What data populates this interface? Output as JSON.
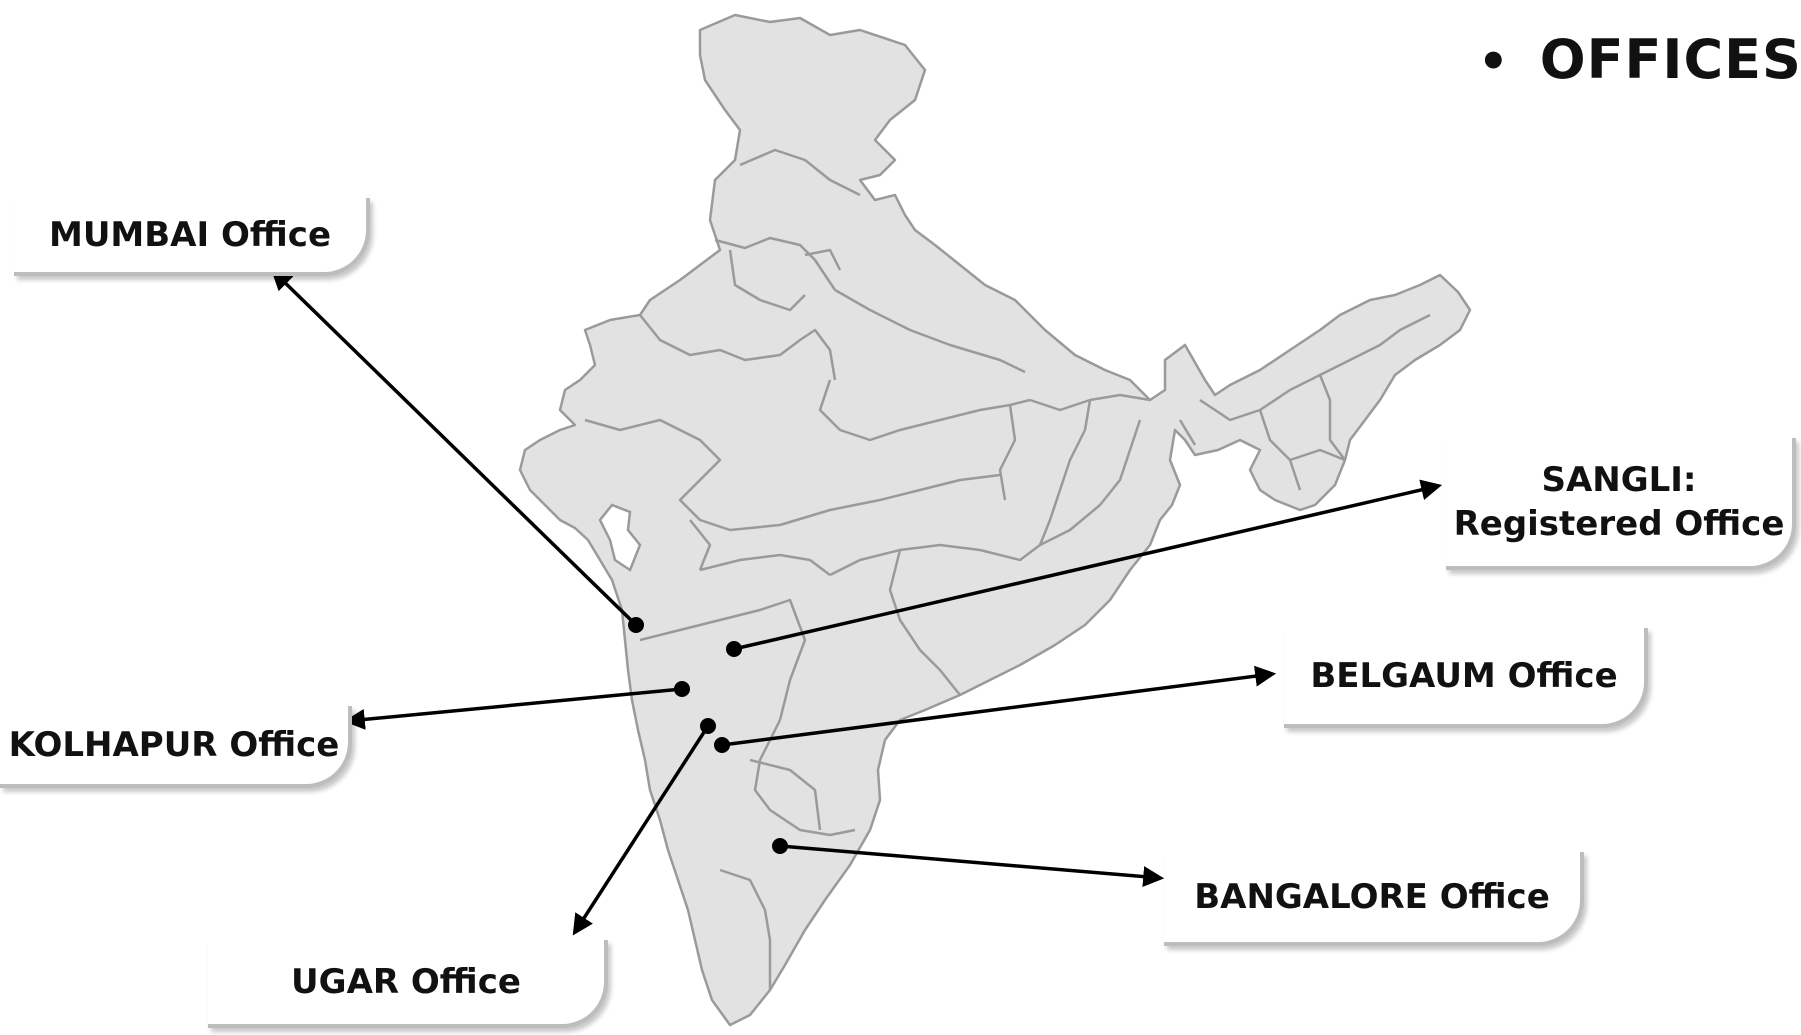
{
  "heading": {
    "bullet": "•",
    "title": "OFFICES"
  },
  "offices": {
    "mumbai": {
      "label": "MUMBAI Office"
    },
    "sangli": {
      "label_line1": "SANGLI:",
      "label_line2": "Registered Office"
    },
    "belgaum": {
      "label": "BELGAUM Office"
    },
    "kolhapur": {
      "label": "KOLHAPUR Office"
    },
    "bangalore": {
      "label": "BANGALORE Office"
    },
    "ugar": {
      "label": "UGAR Office"
    }
  },
  "colors": {
    "land": "#e2e2e2",
    "border": "#9a9a9a",
    "arrow": "#000000",
    "callout_edge": "#bdbdbd"
  }
}
